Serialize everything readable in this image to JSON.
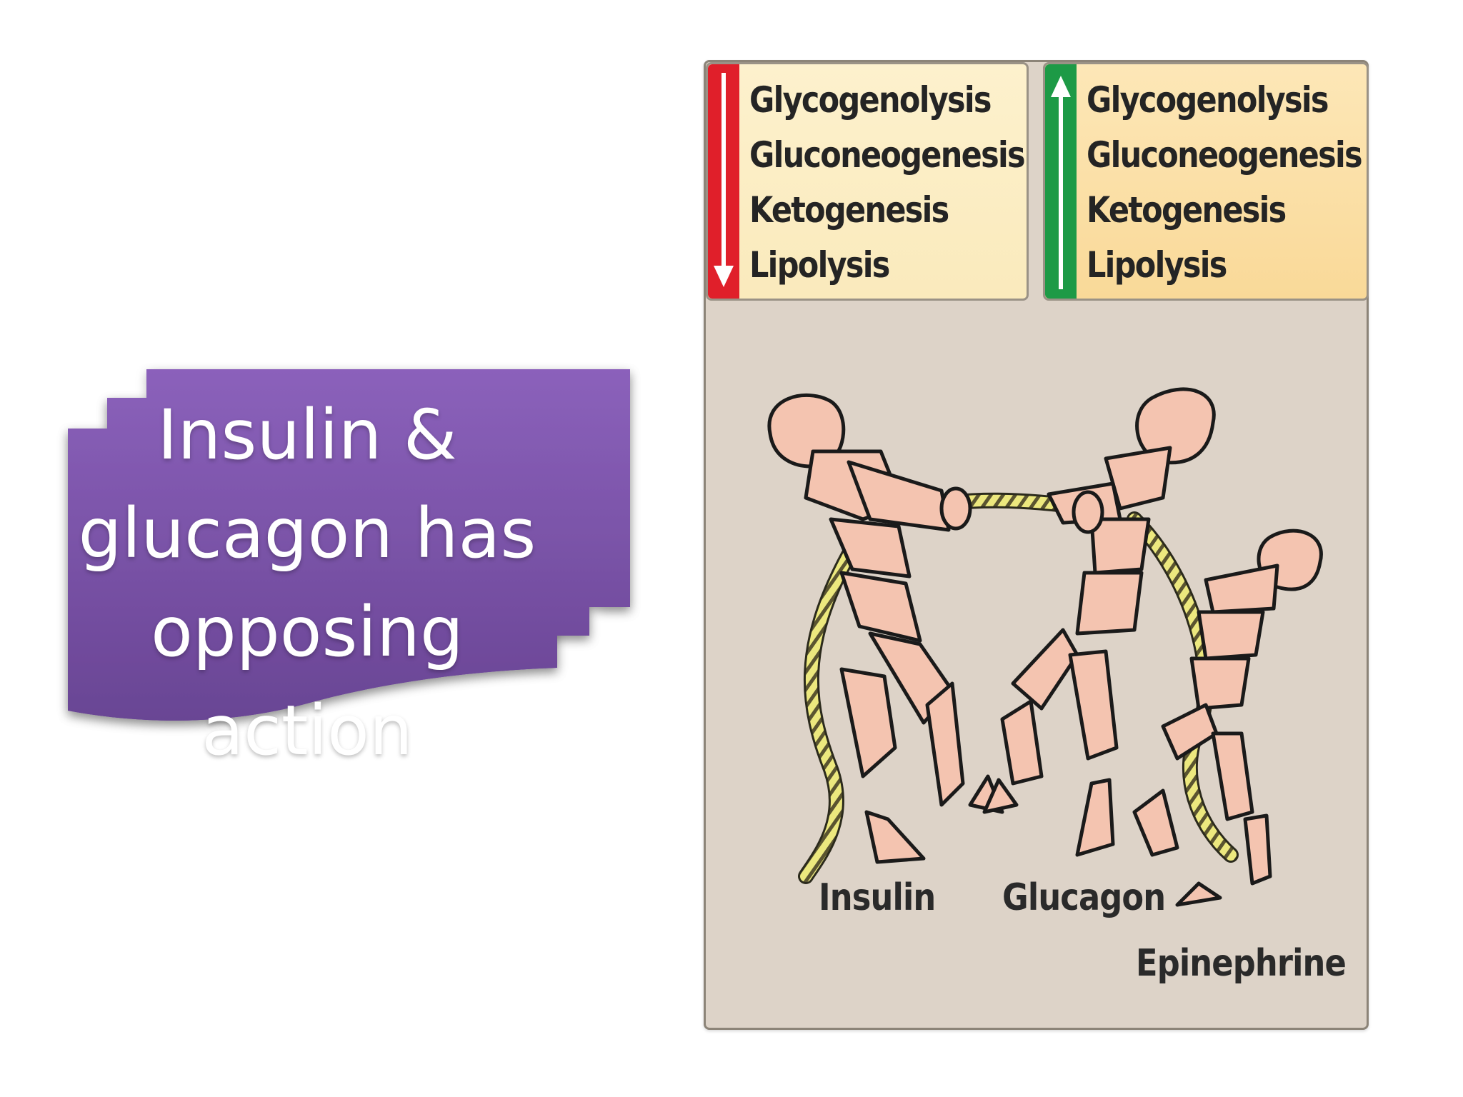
{
  "title": {
    "lines": [
      "Insulin &",
      "glucagon has",
      "opposing",
      "action"
    ]
  },
  "colors": {
    "callout_top": "#8a5fb8",
    "callout_bottom": "#6a4896",
    "figure_background": "#ddd3c8",
    "panel_left": "#fbeec4",
    "panel_right": "#fbdfa6",
    "down_arrow": "#e01f2a",
    "up_arrow": "#1d9a46",
    "figure_skin": "#f4c4b0",
    "rope": "#e8e47a"
  },
  "figure": {
    "left_panel": {
      "arrow": "down-arrow-icon",
      "processes": [
        "Glycogenolysis",
        "Gluconeogenesis",
        "Ketogenesis",
        "Lipolysis"
      ]
    },
    "right_panel": {
      "arrow": "up-arrow-icon",
      "processes": [
        "Glycogenolysis",
        "Gluconeogenesis",
        "Ketogenesis",
        "Lipolysis"
      ]
    },
    "labels": {
      "insulin": "Insulin",
      "glucagon": "Glucagon",
      "epinephrine": "Epinephrine"
    }
  }
}
